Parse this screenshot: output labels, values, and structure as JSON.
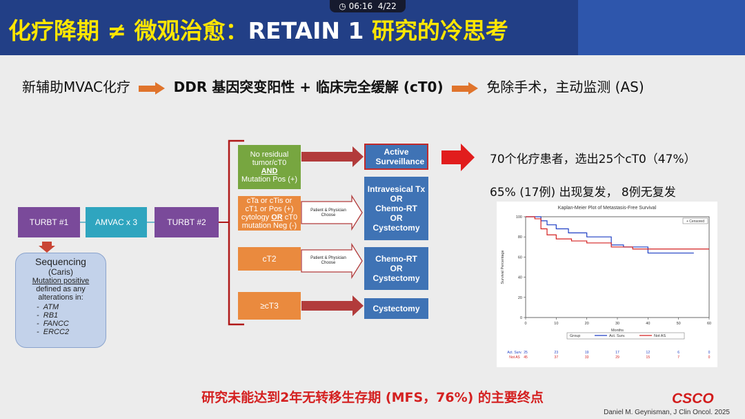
{
  "status": {
    "time": "06:16",
    "page": "4/22"
  },
  "title": {
    "part1": "化疗降期 ≠ 微观治愈：",
    "part2": "RETAIN 1",
    "part3": " 研究的冷思考"
  },
  "flow": {
    "step1": "新辅助MVAC化疗",
    "step2": "DDR 基因突变阳性 + 临床完全缓解 (cT0)",
    "step3": "免除手术，主动监测 (AS)"
  },
  "diagram": {
    "turbt1": "TURBT #1",
    "amvac": "AMVAC x 3",
    "turbt2": "TURBT #2",
    "seq": {
      "title": "Sequencing",
      "sub": "(Caris)",
      "l1": "Mutation positive",
      "l2": "defined as any",
      "l3": "alterations in:",
      "genes": [
        "ATM",
        "RB1",
        "FANCC",
        "ERCC2"
      ]
    },
    "g1": {
      "l1": "No residual",
      "l2": "tumor/cT0",
      "l3": "AND",
      "l4": "Mutation Pos (+)"
    },
    "g2": {
      "l1": "cTa or cTis or",
      "l2": "cT1 or Pos (+)",
      "l3a": "cytology ",
      "l3b": "OR",
      "l3c": " cT0",
      "l4": "mutation Neg (-)"
    },
    "g3": "cT2",
    "g4": "≥cT3",
    "choose": "Patient & Physician Choose",
    "o1": "Active Surveillance",
    "o2": {
      "l1": "Intravesical Tx",
      "l2": "OR",
      "l3": "Chemo-RT",
      "l4": "OR",
      "l5": "Cystectomy"
    },
    "o3": {
      "l1": "Chemo-RT",
      "l2": "OR",
      "l3": "Cystectomy"
    },
    "o4": "Cystectomy"
  },
  "right": {
    "line1": "70个化疗患者，选出25个cT0（47%）",
    "line2": "65% (17例) 出现复发， 8例无复发"
  },
  "chart_data": {
    "type": "line",
    "title": "Kaplan-Meier Plot of Metastasis-Free Survival",
    "xlabel": "Months",
    "ylabel": "Survival Percentage",
    "xlim": [
      0,
      60
    ],
    "ylim": [
      0,
      100
    ],
    "xticks": [
      "0",
      "10",
      "20",
      "30",
      "40",
      "50",
      "60"
    ],
    "yticks": [
      "0",
      "20",
      "40",
      "60",
      "80",
      "100"
    ],
    "censor_label": "+ Censored",
    "legend_title": "Group",
    "series": [
      {
        "name": "Act. Surv.",
        "color": "#1f3fc4",
        "x": [
          0,
          4,
          5,
          7,
          10,
          14,
          20,
          28,
          32,
          40,
          55
        ],
        "y": [
          100,
          100,
          96,
          92,
          88,
          84,
          80,
          72,
          70,
          64,
          64
        ]
      },
      {
        "name": "Not AS",
        "color": "#d42020",
        "x": [
          0,
          3,
          5,
          7,
          10,
          15,
          20,
          28,
          35,
          40,
          60
        ],
        "y": [
          100,
          98,
          88,
          82,
          78,
          76,
          74,
          70,
          68,
          68,
          68
        ]
      }
    ],
    "risk_table": {
      "rows": [
        {
          "label": "Act. Surv.",
          "values": [
            "25",
            "23",
            "19",
            "17",
            "12",
            "6",
            "0"
          ]
        },
        {
          "label": "Not AS",
          "values": [
            "45",
            "37",
            "33",
            "29",
            "15",
            "7",
            "0"
          ]
        }
      ]
    }
  },
  "conclusion": "研究未能达到2年无转移生存期 (MFS，76%) 的主要终点",
  "citation": "Daniel M. Geynisman,  J Clin Oncol. 2025",
  "logo": "CSCO",
  "colors": {
    "title_bar": "#223f86",
    "title_text": "#ffe600",
    "accent_red": "#d42020",
    "arrow_orange": "#e0742c"
  }
}
